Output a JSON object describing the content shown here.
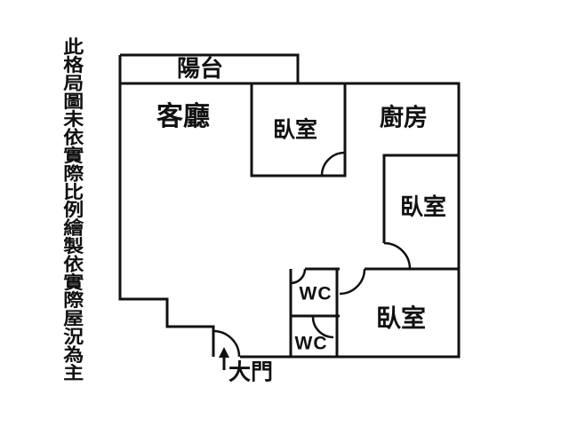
{
  "disclaimer_text": "此格局圖未依實際比例繪製依實際屋況為主",
  "rooms": {
    "balcony": {
      "label": "陽台"
    },
    "living_room": {
      "label": "客廳"
    },
    "bedroom_top": {
      "label": "臥室"
    },
    "kitchen": {
      "label": "廚房"
    },
    "bedroom_right": {
      "label": "臥室"
    },
    "bedroom_bottom": {
      "label": "臥室"
    },
    "wc_upper": {
      "label": "WC"
    },
    "wc_lower": {
      "label": "WC"
    },
    "entrance": {
      "label": "大門"
    }
  },
  "colors": {
    "wall": "#111111",
    "background": "#ffffff"
  }
}
